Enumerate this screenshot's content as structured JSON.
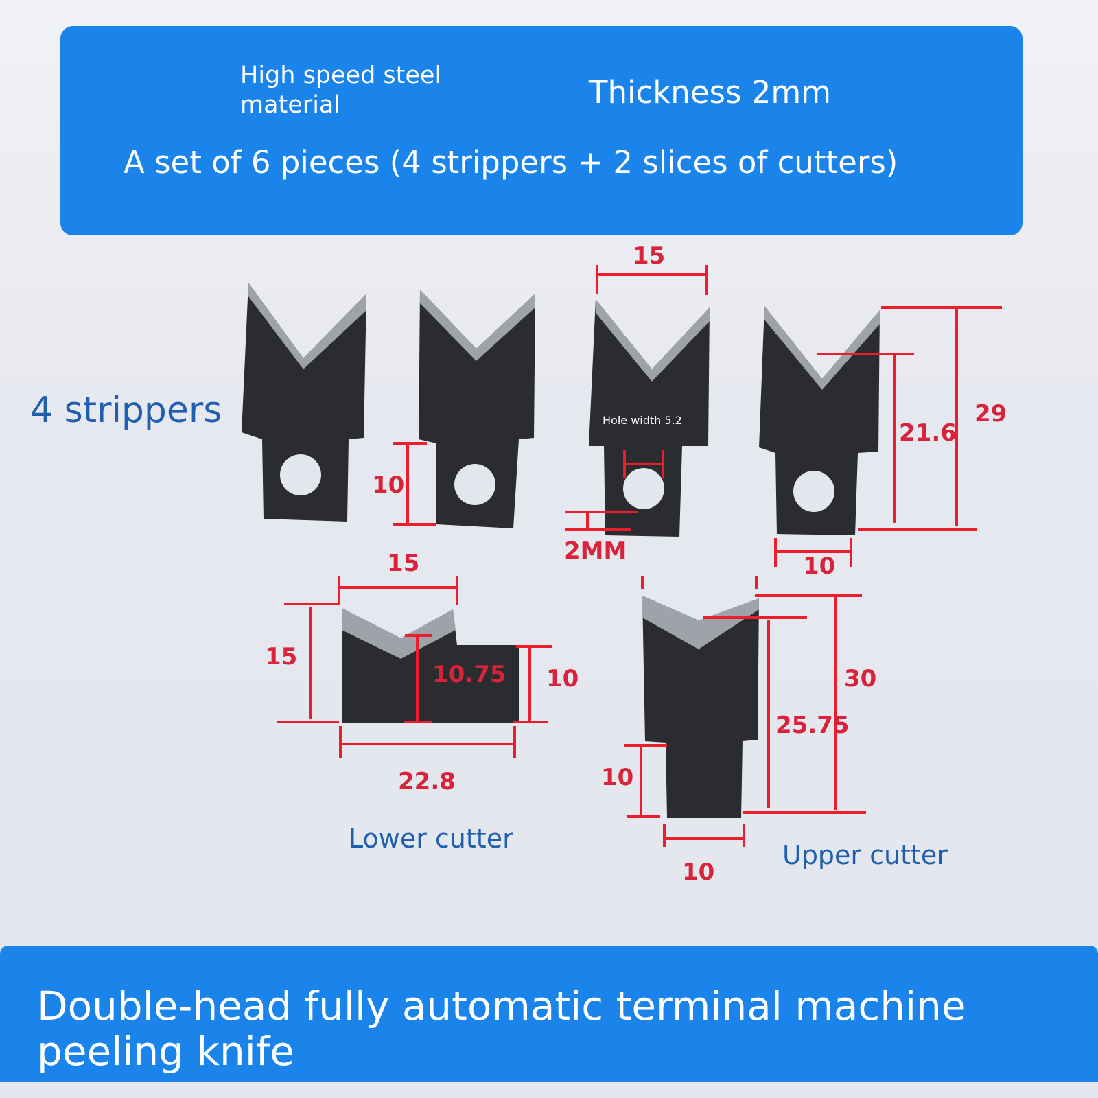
{
  "header": {
    "material": "High speed steel\nmaterial",
    "thickness": "Thickness 2mm",
    "set": "A set of 6 pieces (4 strippers + 2 slices of cutters)"
  },
  "labels": {
    "strippers": "4 strippers",
    "lower_cutter": "Lower cutter",
    "upper_cutter": "Upper cutter",
    "hole_width": "Hole width 5.2"
  },
  "dimensions": {
    "stripper_top_width": "15",
    "stripper_tab_height": "10",
    "thickness": "2MM",
    "stripper_inner_height": "21.6",
    "stripper_total_height": "29",
    "stripper_tab_width": "10",
    "lower_width_top": "15",
    "lower_height_left": "15",
    "lower_inner_height": "10.75",
    "lower_height_right": "10",
    "lower_width_bottom": "22.8",
    "upper_height_total": "30",
    "upper_height_inner": "25.75",
    "upper_tab_height": "10",
    "upper_tab_width": "10"
  },
  "footer": {
    "title": "Double-head fully automatic terminal machine\npeeling knife"
  },
  "colors": {
    "banner": "#1a84ea",
    "dimension": "#ee1d2e",
    "caption": "#1f5fae"
  }
}
